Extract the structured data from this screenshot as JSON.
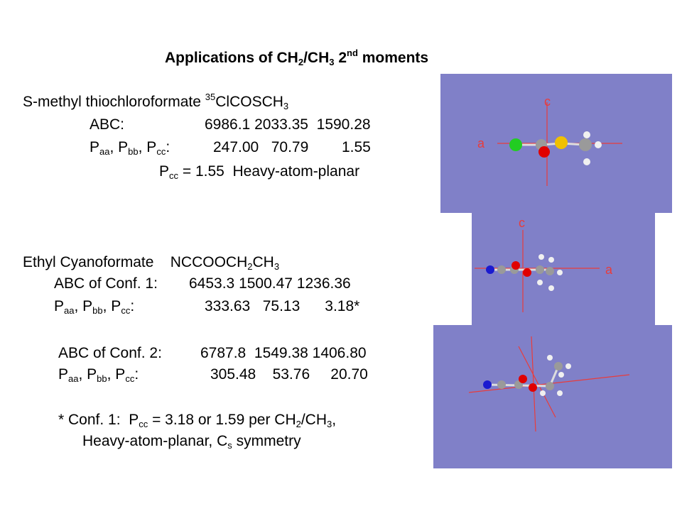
{
  "title": {
    "a": "Applications of CH",
    "b": "2",
    "c": "/CH",
    "d": "3",
    "e": " 2",
    "f": "nd",
    "g": " moments"
  },
  "s1": {
    "name_a": "S-methyl thiochloroformate ",
    "name_sup": "35",
    "name_b": "ClCOSCH",
    "name_sub": "3",
    "abc_label": "ABC:",
    "abc_values": "6986.1 2033.35  1590.28",
    "p": "P",
    "aa": "aa",
    "comma1": ", P",
    "bb": "bb",
    "comma2": ", P",
    "cc": "cc",
    "p_colon": ":",
    "p_values": "247.00   70.79        1.55",
    "pcc_p": "P",
    "pcc_sub": "cc",
    "pcc_rest": " = 1.55  Heavy-atom-planar"
  },
  "s2": {
    "name_a": "Ethyl Cyanoformate    NCCOOCH",
    "name_sub1": "2",
    "name_b": "CH",
    "name_sub2": "3",
    "conf1_label": "ABC of Conf. 1:",
    "conf1_values": "6453.3 1500.47 1236.36",
    "p1_values": "333.63   75.13      3.18*",
    "conf2_label": "ABC of Conf. 2:",
    "conf2_values": "6787.8  1549.38 1406.80",
    "p2_values": "305.48    53.76     20.70",
    "note_a": "* Conf. 1:  P",
    "note_sub1": "cc",
    "note_b": " = 3.18 or 1.59 per CH",
    "note_sub2": "2",
    "note_c": "/CH",
    "note_sub3": "3",
    "note_d": ",",
    "note2_a": "Heavy-atom-planar, C",
    "note2_sub": "s",
    "note2_b": " symmetry"
  },
  "panels": {
    "p1": {
      "c_label": "c",
      "a_label": "a"
    },
    "p2": {
      "c_label": "c",
      "a_label": "a"
    }
  },
  "colors": {
    "panel_bg": "#8080c8",
    "axis": "#e83c3c",
    "label": "#e83c3c",
    "chlorine": "#22cc22",
    "oxygen": "#e00000",
    "sulfur": "#f0c000",
    "carbon": "#9a9a9a",
    "hydrogen": "#f0f0f0",
    "nitrogen": "#1a1ad0"
  }
}
